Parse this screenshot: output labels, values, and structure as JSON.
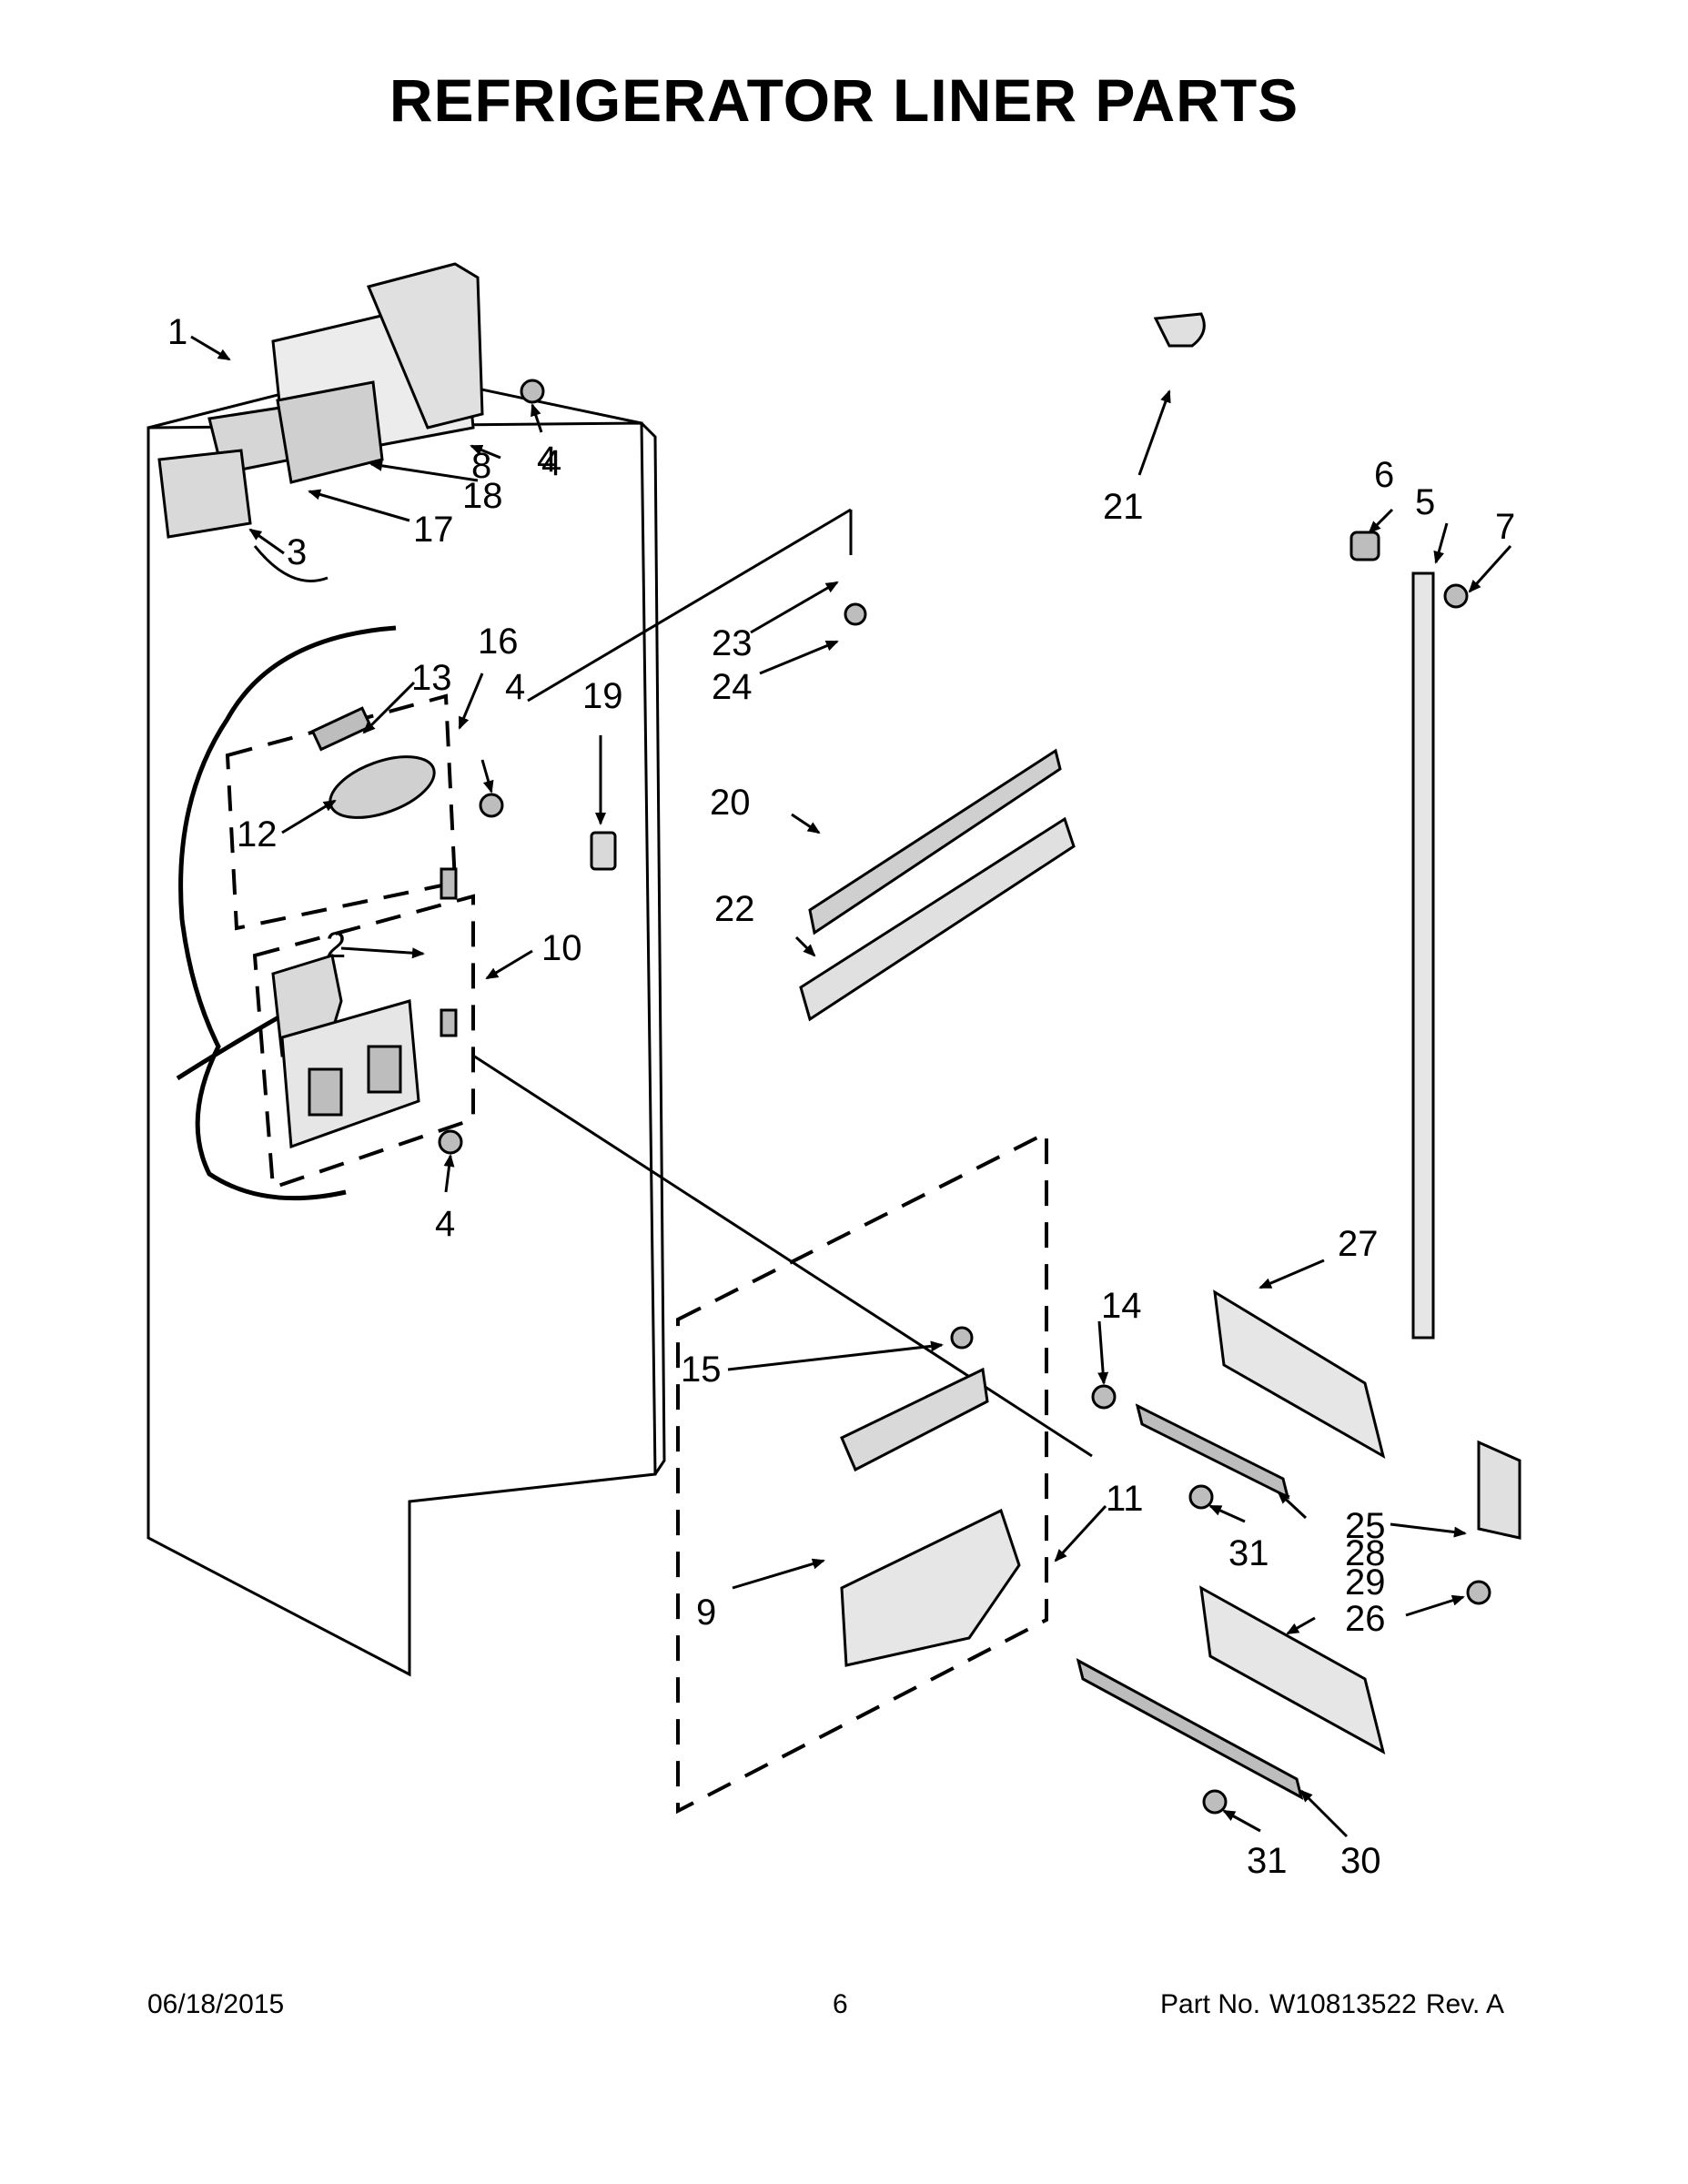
{
  "title": "REFRIGERATOR LINER PARTS",
  "footer": {
    "date": "06/18/2015",
    "page_number": "6",
    "part_label": "Part No.",
    "part_number": "W10813522",
    "revision": "Rev. A"
  },
  "callouts": [
    "1",
    "2",
    "3",
    "4",
    "4",
    "4",
    "4",
    "5",
    "6",
    "7",
    "8",
    "9",
    "10",
    "11",
    "12",
    "13",
    "14",
    "15",
    "16",
    "17",
    "18",
    "19",
    "20",
    "21",
    "22",
    "23",
    "24",
    "25",
    "26",
    "27",
    "28",
    "29",
    "30",
    "31",
    "31"
  ],
  "colors": {
    "line": "#000000",
    "part_fill": "#e6e6e6",
    "part_shade": "#bdbdbd",
    "background": "#ffffff"
  }
}
